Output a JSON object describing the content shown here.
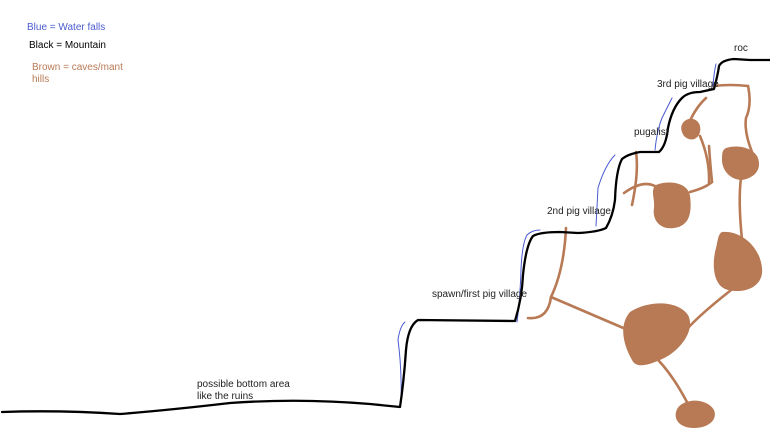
{
  "legend": {
    "water": "Blue = Water falls",
    "mountain": "Black = Mountain",
    "caves_line1": "Brown = caves/mant",
    "caves_line2": "hills"
  },
  "colors": {
    "water": "#4a5bd0",
    "mountain": "#000000",
    "caves": "#b87a55",
    "text": "#222222"
  },
  "labels": {
    "roc": "roc",
    "third_village": "3rd pig village",
    "pugalist": "pugalist",
    "second_village": "2nd pig village",
    "spawn": "spawn/first pig village",
    "bottom_line1": "possible bottom area",
    "bottom_line2": "like the ruins"
  }
}
